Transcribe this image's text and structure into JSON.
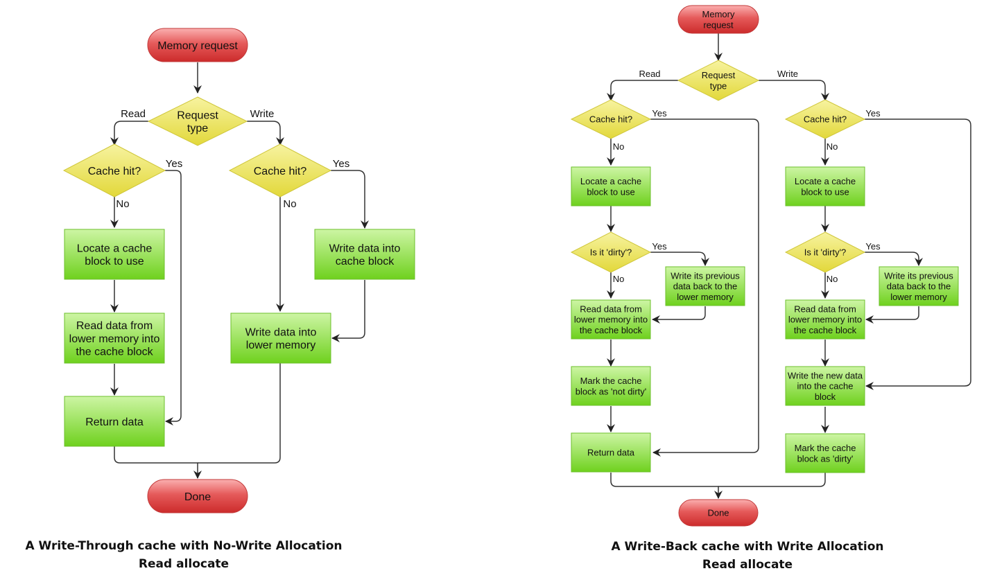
{
  "left_flow": {
    "start": "Memory request",
    "request_type": "Request type",
    "branch_read": "Read",
    "branch_write": "Write",
    "read_cache_hit": "Cache hit?",
    "read_yes": "Yes",
    "read_no": "No",
    "locate_block": "Locate a cache block to use",
    "read_from_lower": "Read data from lower memory into the cache block",
    "return_data": "Return data",
    "write_cache_hit": "Cache hit?",
    "write_yes": "Yes",
    "write_no": "No",
    "write_cache_block": "Write data into cache block",
    "write_lower_memory": "Write data into lower memory",
    "done": "Done",
    "caption_line1": "A Write-Through cache with No-Write Allocation",
    "caption_line2": "Read allocate"
  },
  "right_flow": {
    "start": "Memory request",
    "request_type": "Request type",
    "branch_read": "Read",
    "branch_write": "Write",
    "read_cache_hit": "Cache hit?",
    "read_yes": "Yes",
    "read_no": "No",
    "read_locate_block": "Locate a cache block to use",
    "read_dirty_check": "Is it 'dirty'?",
    "read_dirty_yes": "Yes",
    "read_dirty_no": "No",
    "read_write_back": "Write its previous data back to the lower memory",
    "read_from_lower": "Read data from lower memory into the cache block",
    "mark_not_dirty": "Mark the cache block as 'not dirty'",
    "return_data": "Return data",
    "write_cache_hit": "Cache hit?",
    "write_yes": "Yes",
    "write_no": "No",
    "write_locate_block": "Locate a cache block to use",
    "write_dirty_check": "Is it 'dirty'?",
    "write_dirty_yes": "Yes",
    "write_dirty_no": "No",
    "write_write_back": "Write its previous data back to the lower memory",
    "write_read_from_lower": "Read data from lower memory into the cache block",
    "write_new_data": "Write the new data into the cache block",
    "mark_dirty": "Mark the cache block as 'dirty'",
    "done": "Done",
    "caption_line1": "A Write-Back cache with Write Allocation",
    "caption_line2": "Read allocate"
  },
  "colors": {
    "terminal_fill": "#e04848",
    "decision_fill": "#ece65a",
    "process_fill": "#86dc3c",
    "line": "#333333"
  }
}
